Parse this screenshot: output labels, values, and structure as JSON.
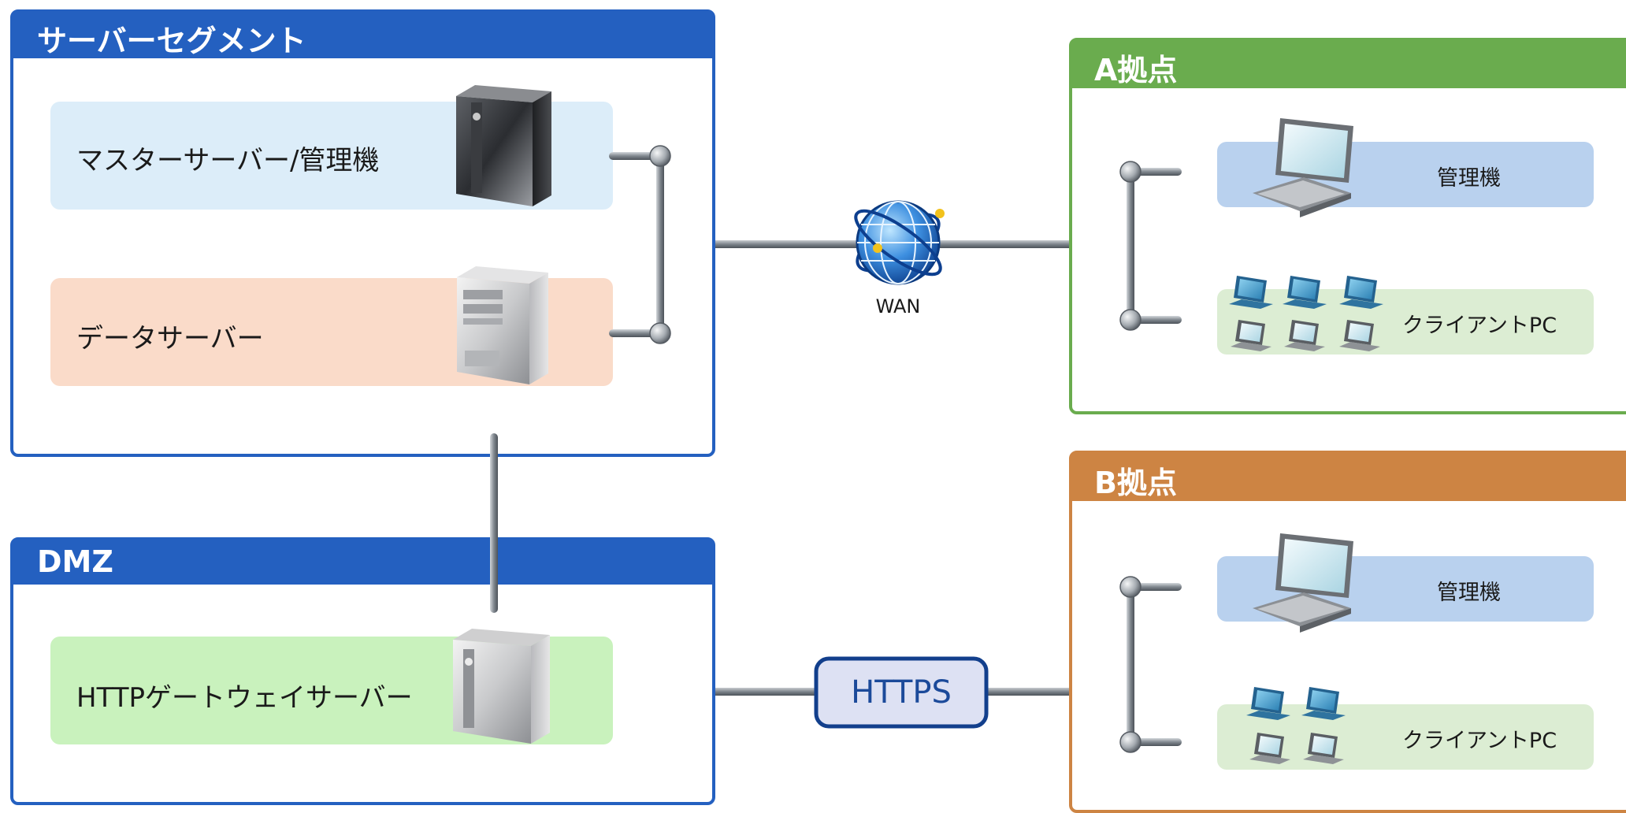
{
  "server_segment": {
    "title": "サーバーセグメント",
    "master": "マスターサーバー/管理機",
    "data": "データサーバー"
  },
  "dmz": {
    "title": "DMZ",
    "gateway": "HTTPゲートウェイサーバー"
  },
  "site_a": {
    "title": "A拠点",
    "admin": "管理機",
    "client": "クライアントPC"
  },
  "site_b": {
    "title": "B拠点",
    "admin": "管理機",
    "client": "クライアントPC"
  },
  "wan_label": "WAN",
  "https_label": "HTTPS",
  "colors": {
    "server_header": "#2460c0",
    "site_a_header": "#6aac4e",
    "site_b_header": "#cd8443",
    "master_row": "#dcedf9",
    "data_row": "#fadbc9",
    "gateway_row": "#c9f2bd",
    "admin_row": "#b9d1ee",
    "client_row": "#dcedd3"
  }
}
